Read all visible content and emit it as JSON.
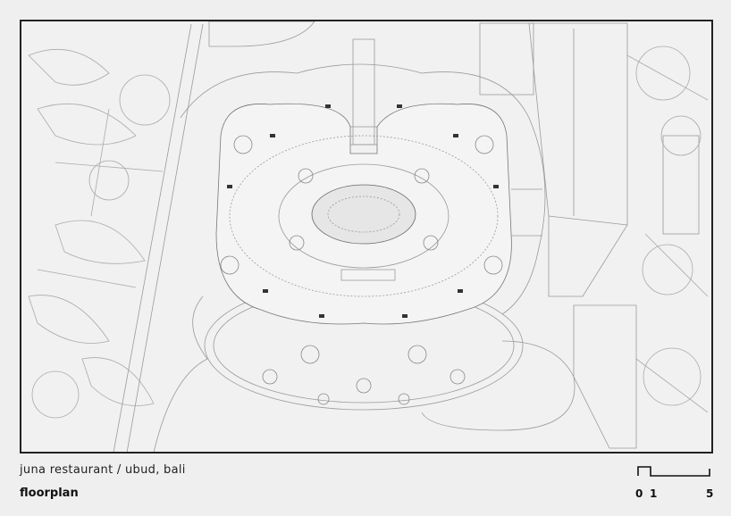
{
  "drawing": {
    "title": "juna restaurant / ubud, bali",
    "subtitle": "floorplan",
    "line_color": "#9a9a9a",
    "background": "#f1f1f1"
  },
  "scale_bar": {
    "labels": [
      "0",
      "1",
      "5"
    ]
  }
}
